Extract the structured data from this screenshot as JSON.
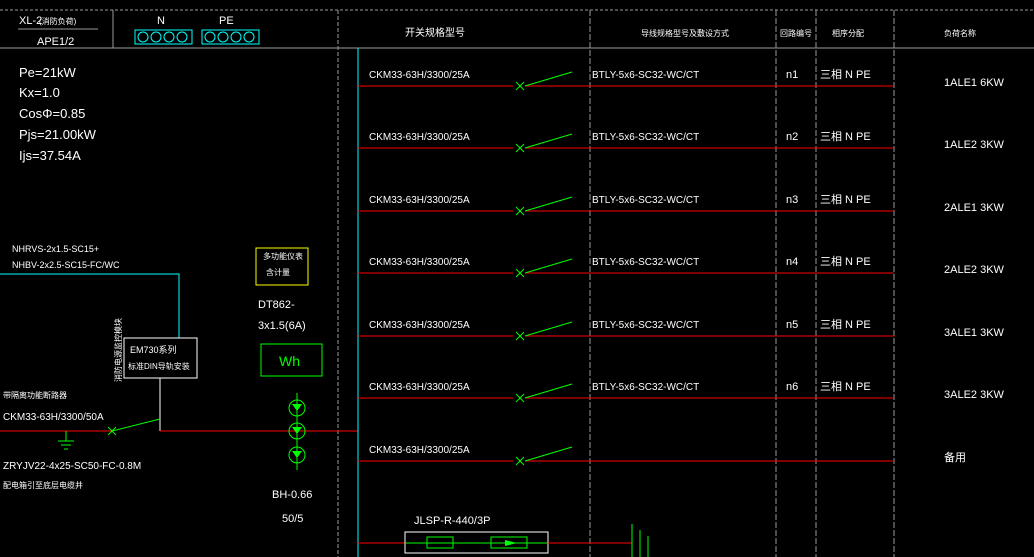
{
  "panel": {
    "id": "XL-2",
    "id_suffix": "(消防负荷)",
    "sub_id": "APE1/2",
    "n_label": "N",
    "pe_label": "PE"
  },
  "header": {
    "switch_model": "开关规格型号",
    "wire_spec": "导线规格型号及敷设方式",
    "circuit_no": "回路编号",
    "phase": "相序分配",
    "load_name": "负荷名称"
  },
  "calc": {
    "pe": "Pe=21kW",
    "kx": "Kx=1.0",
    "cos": "CosΦ=0.85",
    "pjs": "Pjs=21.00kW",
    "ijs": "Ijs=37.54A"
  },
  "left": {
    "cable1": "NHRVS-2x1.5-SC15+",
    "cable2": "NHBV-2x2.5-SC15-FC/WC",
    "fire_module": "消防电源监控模块",
    "em_line1": "EM730系列",
    "em_line2": "标准DIN导轨安装",
    "main_breaker_title": "带隔离功能断路器",
    "main_breaker": "CKM33-63H/3300/50A",
    "incoming_cable": "ZRYJV22-4x25-SC50-FC-0.8M",
    "incoming_note": "配电箱引至底层电缆井",
    "meter_box_line1": "多功能仪表",
    "meter_box_line2": "含计量",
    "meter_model": "DT862-",
    "meter_spec": "3x1.5(6A)",
    "meter_symbol": "Wh",
    "ct_model": "BH-0.66",
    "ct_ratio": "50/5",
    "spd": "JLSP-R-440/3P"
  },
  "circuits": [
    {
      "switch": "CKM33-63H/3300/25A",
      "wire": "BTLY-5x6-SC32-WC/CT",
      "no": "n1",
      "phase": "三相 N PE",
      "load": "1ALE1  6KW"
    },
    {
      "switch": "CKM33-63H/3300/25A",
      "wire": "BTLY-5x6-SC32-WC/CT",
      "no": "n2",
      "phase": "三相 N PE",
      "load": "1ALE2  3KW"
    },
    {
      "switch": "CKM33-63H/3300/25A",
      "wire": "BTLY-5x6-SC32-WC/CT",
      "no": "n3",
      "phase": "三相 N PE",
      "load": "2ALE1  3KW"
    },
    {
      "switch": "CKM33-63H/3300/25A",
      "wire": "BTLY-5x6-SC32-WC/CT",
      "no": "n4",
      "phase": "三相 N PE",
      "load": "2ALE2  3KW"
    },
    {
      "switch": "CKM33-63H/3300/25A",
      "wire": "BTLY-5x6-SC32-WC/CT",
      "no": "n5",
      "phase": "三相 N PE",
      "load": "3ALE1  3KW"
    },
    {
      "switch": "CKM33-63H/3300/25A",
      "wire": "BTLY-5x6-SC32-WC/CT",
      "no": "n6",
      "phase": "三相 N PE",
      "load": "3ALE2  3KW"
    },
    {
      "switch": "CKM33-63H/3300/25A",
      "wire": "",
      "no": "",
      "phase": "",
      "load": "备用"
    }
  ],
  "colors": {
    "bg": "#000000",
    "text": "#ffffff",
    "line": "#ff0000",
    "switch": "#00ff00",
    "bus": "#00ffff",
    "meter_box": "#ffff00",
    "grid": "#9a9a9a"
  }
}
